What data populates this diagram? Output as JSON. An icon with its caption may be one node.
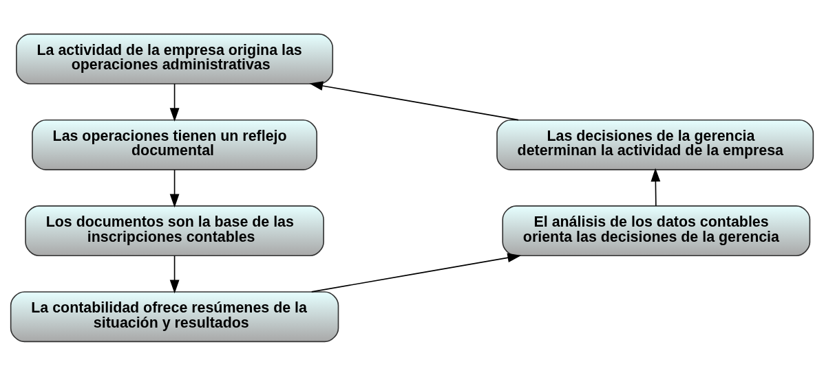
{
  "diagram": {
    "nodes": [
      {
        "text": [
          "La actividad de la empresa origina las operaciones administrativas"
        ]
      },
      {
        "text": [
          "Las operaciones tienen un reflejo documental"
        ]
      },
      {
        "text": [
          "Los documentos son la base de las inscripciones contables"
        ]
      },
      {
        "text": [
          "La contabilidad ofrece resúmenes de la situación y resultados"
        ]
      },
      {
        "text": [
          "El análisis de los datos contables orienta las decisiones de la gerencia"
        ]
      },
      {
        "text": [
          "Las decisiones de la gerencia determinan la actividad de la empresa"
        ]
      }
    ],
    "edges": [
      {
        "from": 0,
        "to": 1,
        "arrow": "to"
      },
      {
        "from": 1,
        "to": 2,
        "arrow": "to"
      },
      {
        "from": 2,
        "to": 3,
        "arrow": "to"
      },
      {
        "from": 3,
        "to": 4,
        "arrow": "to"
      },
      {
        "from": 4,
        "to": 5,
        "arrow": "to"
      },
      {
        "from": 5,
        "to": 0,
        "arrow": "to"
      }
    ]
  }
}
